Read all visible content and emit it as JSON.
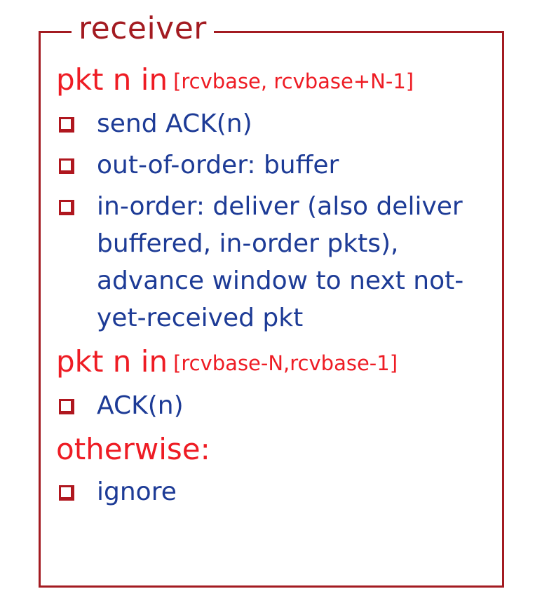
{
  "title": "receiver",
  "sections": [
    {
      "condition_main": "pkt n in",
      "condition_range": "[rcvbase, rcvbase+N-1]",
      "bullets": [
        "send ACK(n)",
        "out-of-order: buffer",
        "in-order: deliver (also deliver buffered, in-order pkts), advance window to next not-yet-received pkt"
      ]
    },
    {
      "condition_main": "pkt n in",
      "condition_range": "[rcvbase-N,rcvbase-1]",
      "bullets": [
        "ACK(n)"
      ]
    },
    {
      "condition_main": "otherwise:",
      "condition_range": "",
      "bullets": [
        "ignore"
      ]
    }
  ],
  "colors": {
    "frame": "#a31b21",
    "condition": "#ee1c24",
    "bullet_text": "#1d3b96"
  }
}
